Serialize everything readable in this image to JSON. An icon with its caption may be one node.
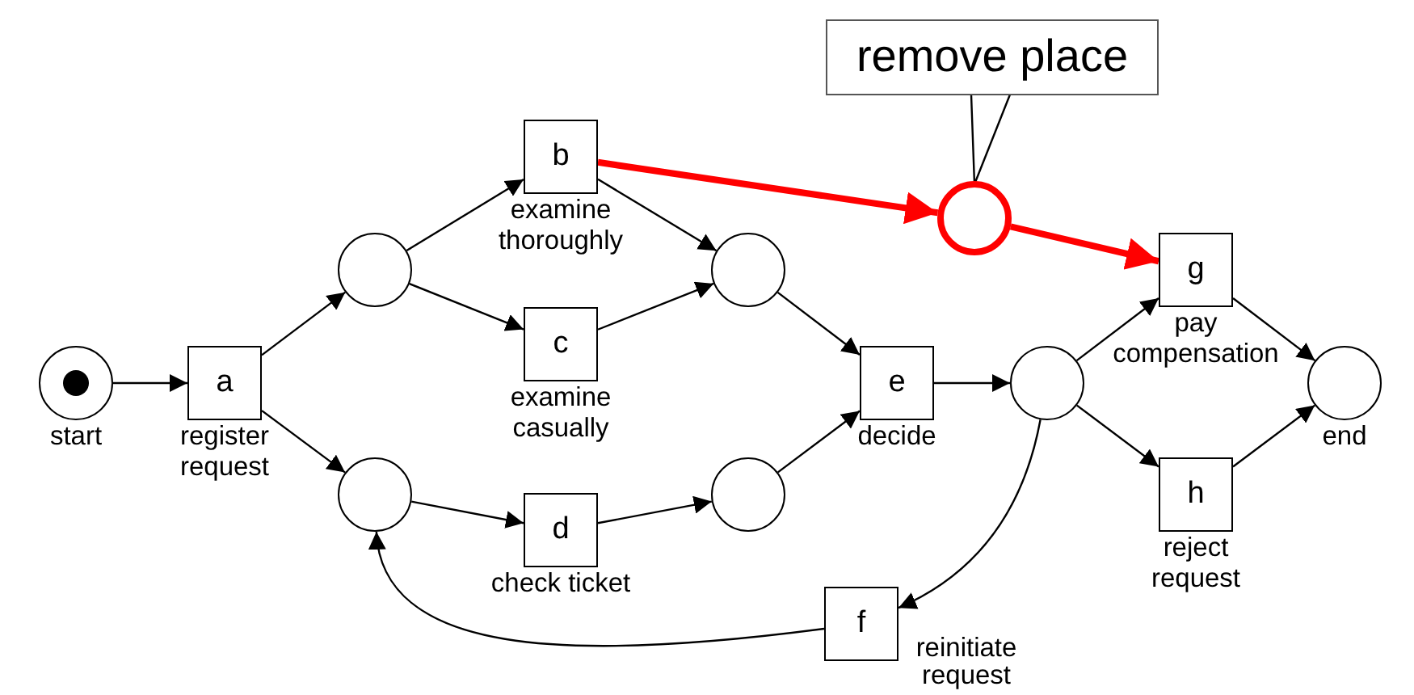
{
  "diagram": {
    "nodes": [
      {
        "text": [
          "start"
        ]
      },
      {
        "text": [
          "a",
          "register request"
        ]
      },
      {
        "text": [],
        "shape": "circle"
      },
      {
        "text": [],
        "shape": "circle"
      },
      {
        "text": [
          "b",
          "examine thoroughly"
        ]
      },
      {
        "text": [
          "c",
          "examine casually"
        ]
      },
      {
        "text": [
          "d",
          "check ticket"
        ]
      },
      {
        "text": [],
        "shape": "circle"
      },
      {
        "text": [],
        "shape": "circle"
      },
      {
        "text": [
          "e",
          "decide"
        ]
      },
      {
        "text": [],
        "shape": "circle"
      },
      {
        "text": [],
        "shape": "circle"
      },
      {
        "text": [
          "g",
          "pay compensation"
        ]
      },
      {
        "text": [
          "h",
          "reject request"
        ]
      },
      {
        "text": [
          "end"
        ]
      },
      {
        "text": [
          "f",
          "reinitiate request"
        ]
      },
      {
        "text": [
          "remove place"
        ]
      }
    ],
    "edges": [
      {
        "from": 0,
        "to": 1,
        "arrow": "to"
      },
      {
        "from": 1,
        "to": 2,
        "arrow": "to"
      },
      {
        "from": 1,
        "to": 3,
        "arrow": "to"
      },
      {
        "from": 2,
        "to": 4,
        "arrow": "to"
      },
      {
        "from": 2,
        "to": 5,
        "arrow": "to"
      },
      {
        "from": 3,
        "to": 6,
        "arrow": "to"
      },
      {
        "from": 4,
        "to": 7,
        "arrow": "to"
      },
      {
        "from": 5,
        "to": 7,
        "arrow": "to"
      },
      {
        "from": 6,
        "to": 8,
        "arrow": "to"
      },
      {
        "from": 7,
        "to": 9,
        "arrow": "to"
      },
      {
        "from": 8,
        "to": 9,
        "arrow": "to"
      },
      {
        "from": 9,
        "to": 10,
        "arrow": "to"
      },
      {
        "from": 10,
        "to": 12,
        "arrow": "to"
      },
      {
        "from": 10,
        "to": 13,
        "arrow": "to"
      },
      {
        "from": 12,
        "to": 14,
        "arrow": "to"
      },
      {
        "from": 13,
        "to": 14,
        "arrow": "to"
      },
      {
        "from": 10,
        "to": 15,
        "arrow": "to"
      },
      {
        "from": 15,
        "to": 3,
        "arrow": "to"
      },
      {
        "from": 4,
        "to": 11,
        "arrow": "to",
        "style": "thick",
        "color": "#ff0000"
      },
      {
        "from": 11,
        "to": 12,
        "arrow": "to",
        "style": "thick",
        "color": "#ff0000"
      },
      {
        "from": 16,
        "to": 11,
        "arrow": "none"
      }
    ]
  }
}
